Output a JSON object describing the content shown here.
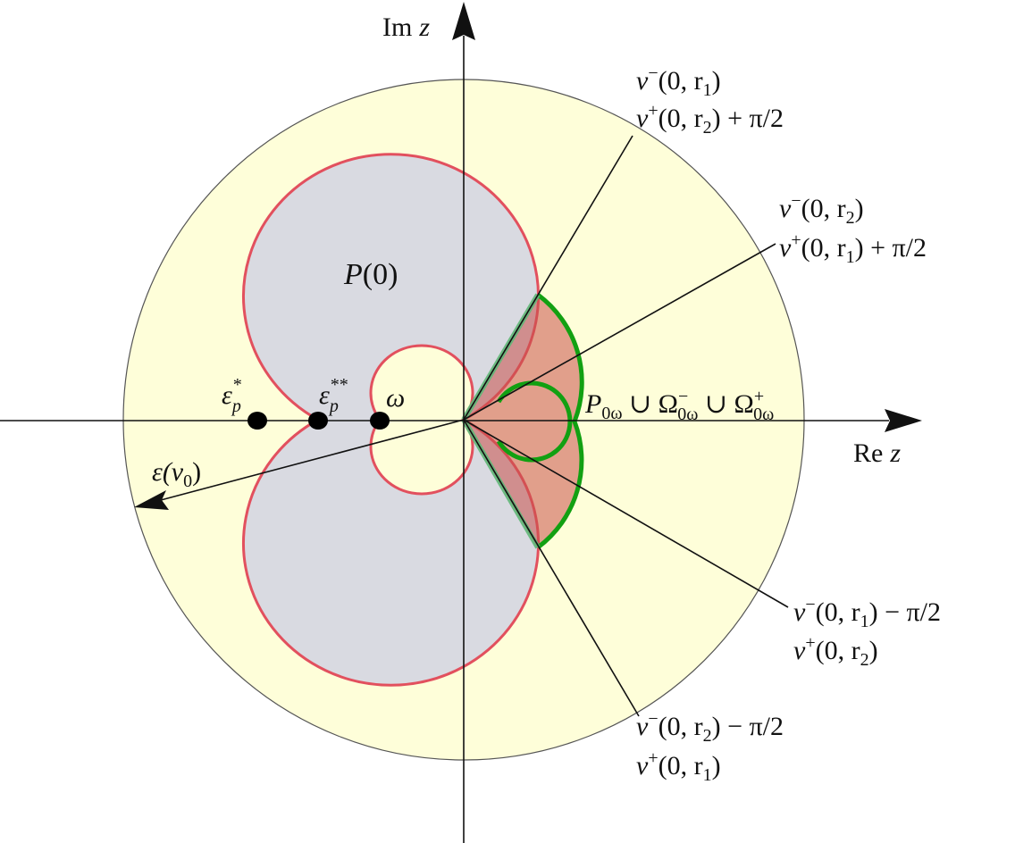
{
  "colors": {
    "disk_fill": "#fefed9",
    "lobe_fill": "#d9dae1",
    "lobe_stroke": "#e2505e",
    "region_fill": "#c8504a",
    "green": "#12a012",
    "green_light": "#5fb677"
  },
  "axes": {
    "im_label": {
      "name": "Im",
      "var": "z"
    },
    "re_label": {
      "name": "Re",
      "var": "z"
    }
  },
  "labels": {
    "p0": {
      "base": "P",
      "tail": "(0)"
    },
    "eps_star": {
      "base": "ε",
      "sub": "p",
      "sup": "*"
    },
    "eps_2star": {
      "base": "ε",
      "sub": "p",
      "sup": "**"
    },
    "omega": "ω",
    "eps_nu0": {
      "base": "ε(ν",
      "sub": "0",
      "tail": ")"
    },
    "region": {
      "p": "P",
      "p_sub": "0ω",
      "cup1": " ∪ ",
      "om1": "Ω",
      "om1_sup": "−",
      "om1_sub": "0ω",
      "cup2": " ∪ ",
      "om2": "Ω",
      "om2_sup": "+",
      "om2_sub": "0ω"
    },
    "ray1": [
      {
        "base": "ν",
        "sup": "−",
        "mid": "(0, r",
        "sub": "1",
        "tail": ")"
      },
      {
        "base": "ν",
        "sup": "+",
        "mid": "(0, r",
        "sub": "2",
        "tail": ") + π/2"
      }
    ],
    "ray2": [
      {
        "base": "ν",
        "sup": "−",
        "mid": "(0, r",
        "sub": "2",
        "tail": ")"
      },
      {
        "base": "ν",
        "sup": "+",
        "mid": "(0, r",
        "sub": "1",
        "tail": ") + π/2"
      }
    ],
    "ray3": [
      {
        "base": "ν",
        "sup": "−",
        "mid": "(0, r",
        "sub": "1",
        "tail": ") − π/2"
      },
      {
        "base": "ν",
        "sup": "+",
        "mid": "(0, r",
        "sub": "2",
        "tail": ")"
      }
    ],
    "ray4": [
      {
        "base": "ν",
        "sup": "−",
        "mid": "(0, r",
        "sub": "2",
        "tail": ") − π/2"
      },
      {
        "base": "ν",
        "sup": "+",
        "mid": "(0, r",
        "sub": "1",
        "tail": ")"
      }
    ]
  }
}
